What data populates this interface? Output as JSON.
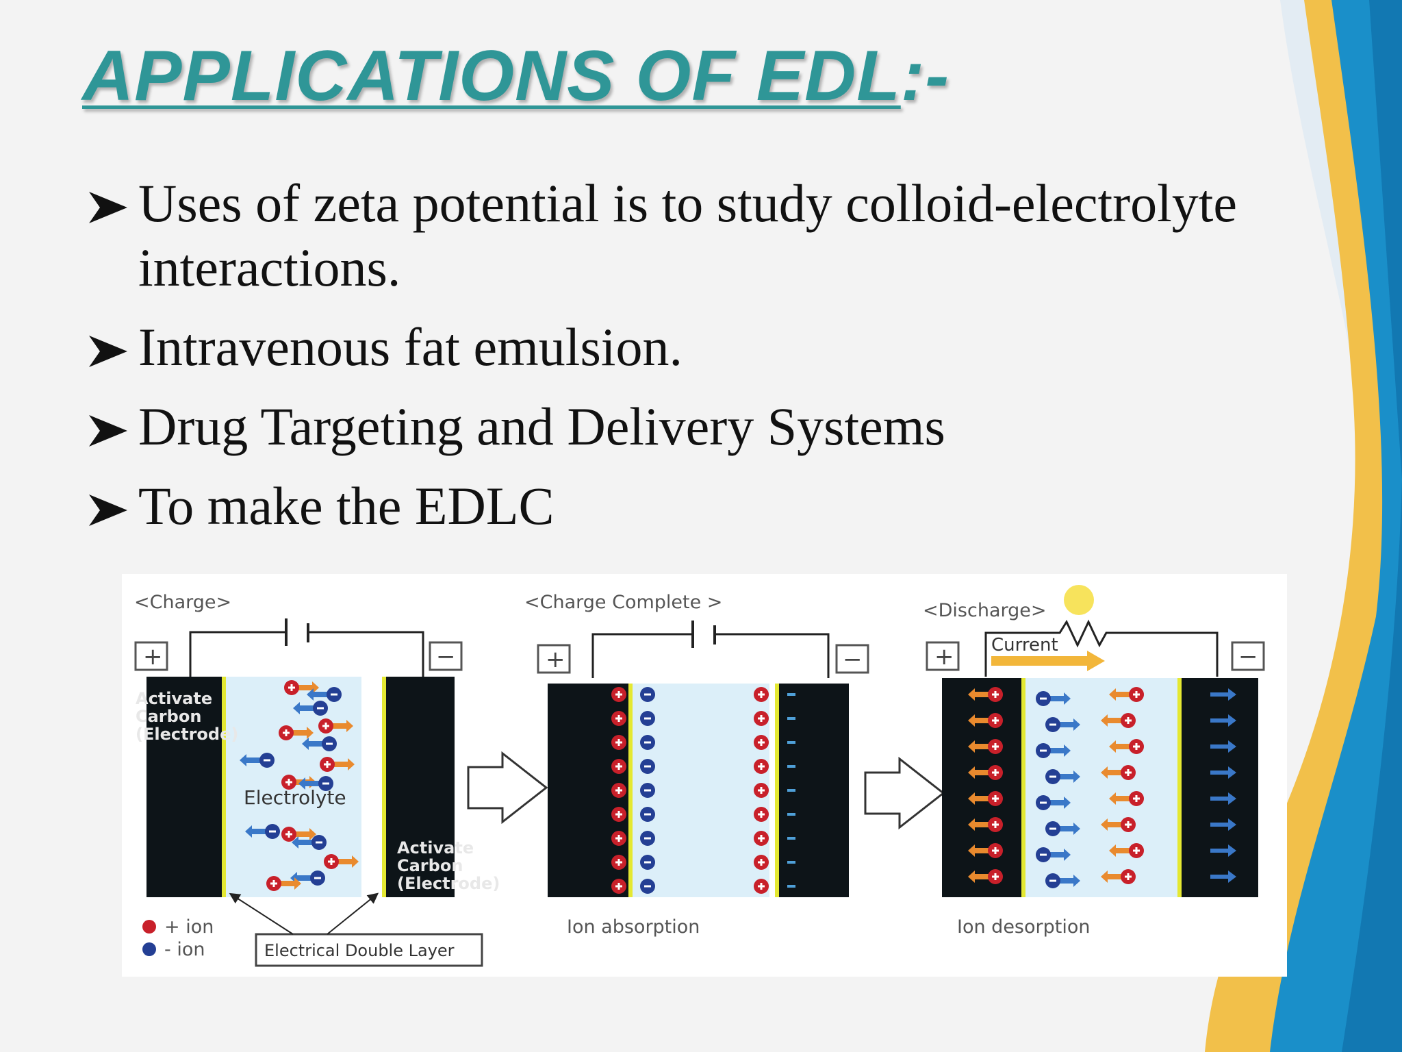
{
  "slide": {
    "title_main": "APPLICATIONS OF EDL",
    "title_suffix": ":-",
    "bullets": [
      "Uses of zeta potential is to study colloid-electrolyte interactions.",
      "Intravenous fat emulsion.",
      "Drug Targeting and Delivery Systems",
      "To make the EDLC"
    ]
  },
  "diagram": {
    "panel1_title": "<Charge>",
    "panel2_title": "<Charge Complete >",
    "panel3_title": "<Discharge>",
    "plus_sign": "+",
    "minus_sign": "−",
    "left_electrode_label": [
      "Activate",
      "Carbon",
      "(Electrode)"
    ],
    "right_electrode_label": [
      "Activate",
      "Carbon",
      "(Electrode)"
    ],
    "electrolyte_label": "Electrolyte",
    "current_label": "Current",
    "legend_pos": "+ ion",
    "legend_neg": "- ion",
    "edl_label": "Electrical Double Layer",
    "panel2_caption": "Ion absorption",
    "panel3_caption": "Ion desorption",
    "colors": {
      "electrode": "#0d1418",
      "electrolyte": "#dceff9",
      "edge": "#e4e832",
      "pos_ion": "#c8202a",
      "neg_ion": "#243f94",
      "arrow_orange": "#e98a2e",
      "arrow_blue": "#3a78c8"
    }
  },
  "theme": {
    "title_color": "#2f9697",
    "accent_blue": "#1a8fc9",
    "accent_gold": "#f2c04a"
  }
}
